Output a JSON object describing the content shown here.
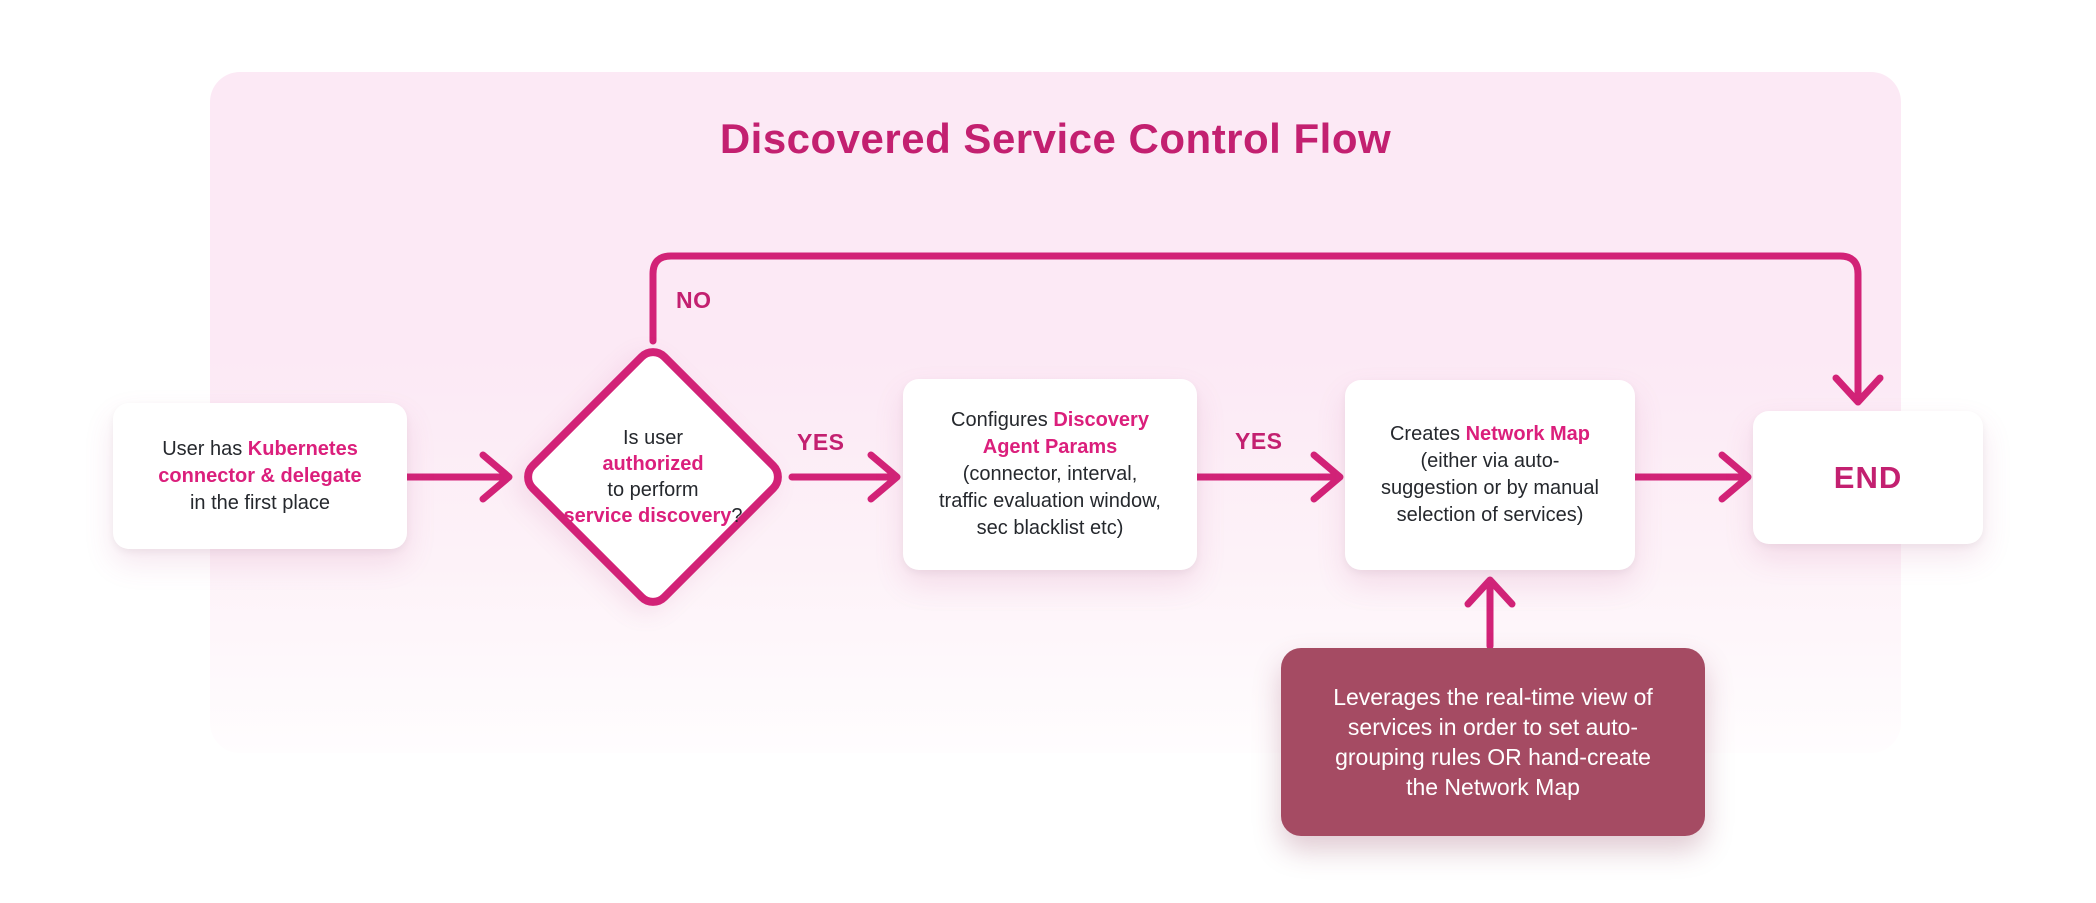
{
  "title": "Discovered Service Control Flow",
  "colors": {
    "title": "#c32070",
    "arrow": "#d22277",
    "highlight": "#db1f7c",
    "text_dark": "#25282d",
    "note_bg": "#a54b63",
    "note_text": "#ffffff",
    "box_bg": "#ffffff",
    "panel_top": "#fce9f5",
    "panel_mid": "#fdf2f8",
    "panel_bottom": "#fffdfe",
    "page_bg": "#ffffff"
  },
  "edge_labels": {
    "no": "NO",
    "yes_decision_to_configure": "YES",
    "yes_configure_to_create": "YES"
  },
  "nodes": {
    "start": {
      "lines": [
        [
          {
            "text": "User has "
          },
          {
            "text": "Kubernetes",
            "em": true
          }
        ],
        [
          {
            "text": "connector & delegate",
            "em": true
          }
        ],
        [
          {
            "text": "in the first place"
          }
        ]
      ]
    },
    "decision": {
      "lines": [
        [
          {
            "text": "Is user"
          }
        ],
        [
          {
            "text": "authorized",
            "em": true
          }
        ],
        [
          {
            "text": "to perform"
          }
        ],
        [
          {
            "text": "service discovery",
            "em": true
          },
          {
            "text": "?"
          }
        ]
      ]
    },
    "configure": {
      "lines": [
        [
          {
            "text": "Configures "
          },
          {
            "text": "Discovery",
            "em": true
          }
        ],
        [
          {
            "text": "Agent Params",
            "em": true
          }
        ],
        [
          {
            "text": "(connector, interval,"
          }
        ],
        [
          {
            "text": "traffic evaluation window,"
          }
        ],
        [
          {
            "text": "sec blacklist etc)"
          }
        ]
      ]
    },
    "create": {
      "lines": [
        [
          {
            "text": "Creates "
          },
          {
            "text": "Network Map",
            "em": true
          }
        ],
        [
          {
            "text": "(either via auto-"
          }
        ],
        [
          {
            "text": "suggestion or by manual"
          }
        ],
        [
          {
            "text": "selection of services)"
          }
        ]
      ]
    },
    "end": {
      "label": "END"
    },
    "note": {
      "lines": [
        [
          {
            "text": "Leverages the real-time view of"
          }
        ],
        [
          {
            "text": "services in order to set auto-"
          }
        ],
        [
          {
            "text": "grouping rules OR hand-create"
          }
        ],
        [
          {
            "text": "the Network Map"
          }
        ]
      ]
    }
  }
}
